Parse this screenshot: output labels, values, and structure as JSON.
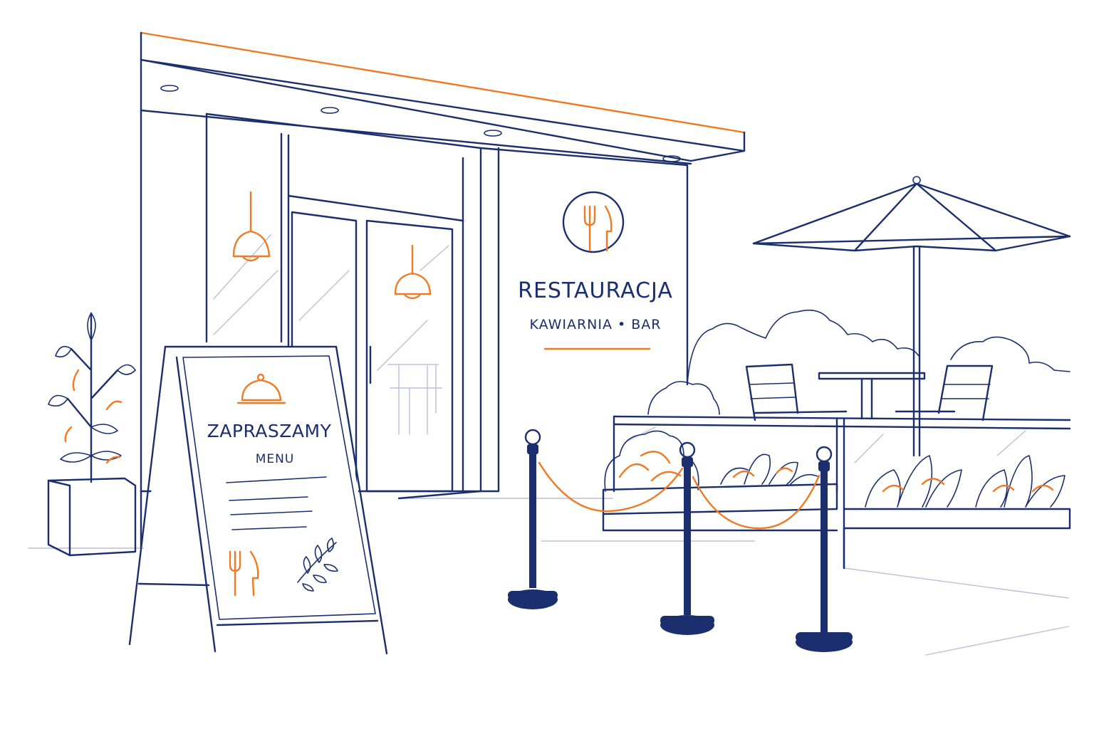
{
  "restaurant_sign": {
    "title": "RESTAURACJA",
    "subtitle": "KAWIARNIA • BAR",
    "icon": "fork-knife-icon"
  },
  "menu_board": {
    "title": "ZAPRASZAMY",
    "subtitle": "MENU",
    "icons": [
      "cloche-icon",
      "fork-knife-icon",
      "olive-branch-icon"
    ]
  },
  "colors": {
    "line": "#1b2f6e",
    "accent": "#f07a24",
    "background": "#ffffff"
  }
}
